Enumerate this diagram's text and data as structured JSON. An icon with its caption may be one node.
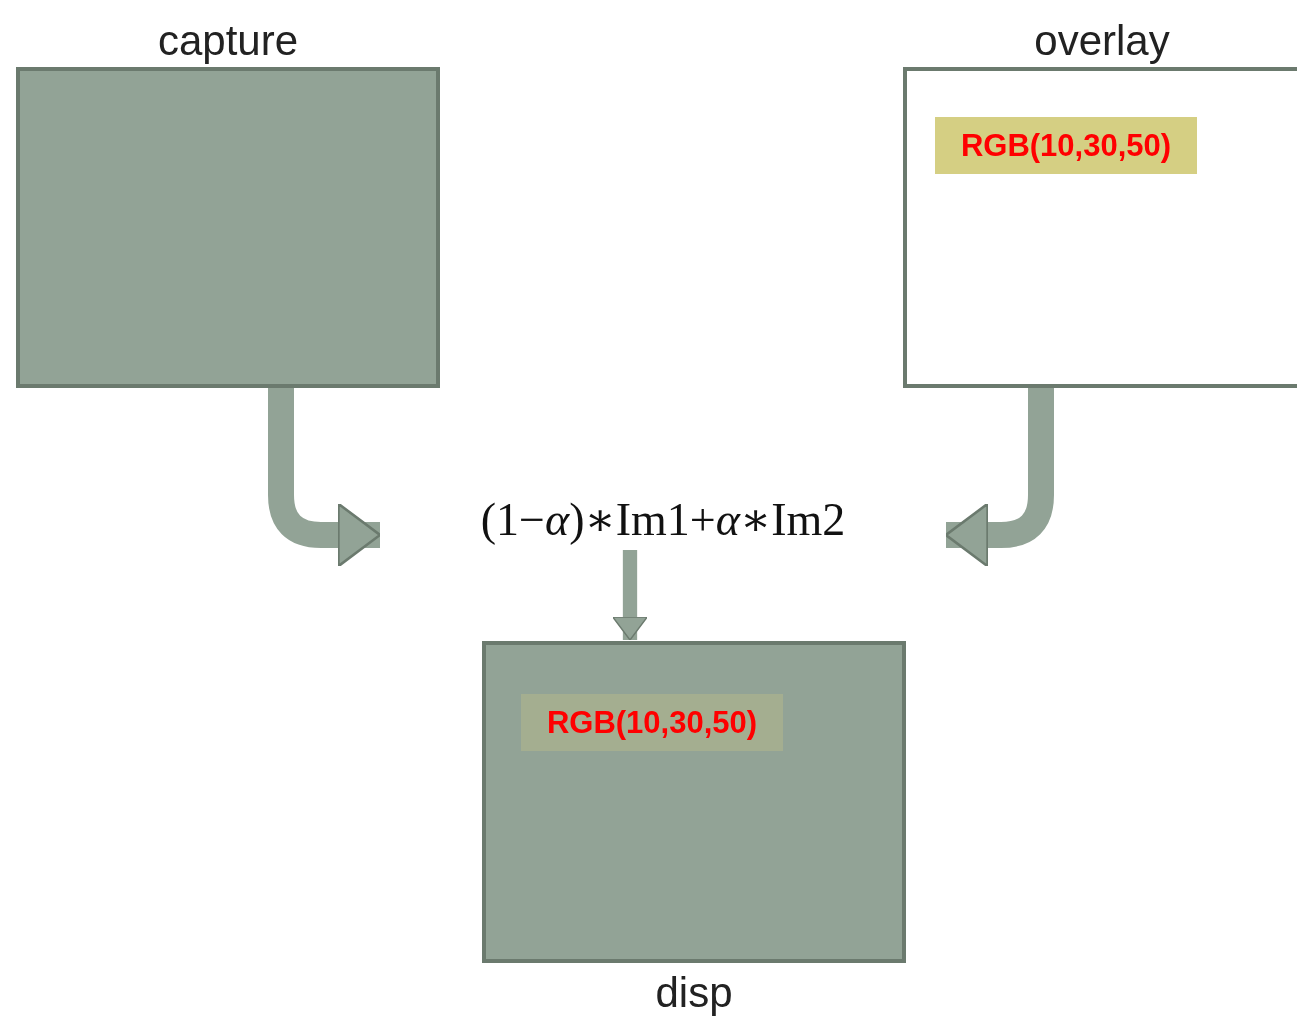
{
  "diagram": {
    "nodes": [
      {
        "text": [
          "capture"
        ]
      },
      {
        "text": [
          "overlay"
        ]
      },
      {
        "text": [
          "RGB(10,30,50)"
        ],
        "in": 1
      },
      {
        "text": [
          "(1−*α*)∗Im1+*α*∗Im2"
        ]
      },
      {
        "text": [
          "disp"
        ]
      },
      {
        "text": [
          "RGB(10,30,50)"
        ],
        "in": 4
      }
    ],
    "edges": [
      {
        "from": 0,
        "to": 3,
        "arrow": "to"
      },
      {
        "from": 1,
        "to": 3,
        "arrow": "to"
      },
      {
        "from": 3,
        "to": 4,
        "arrow": "to"
      }
    ]
  }
}
